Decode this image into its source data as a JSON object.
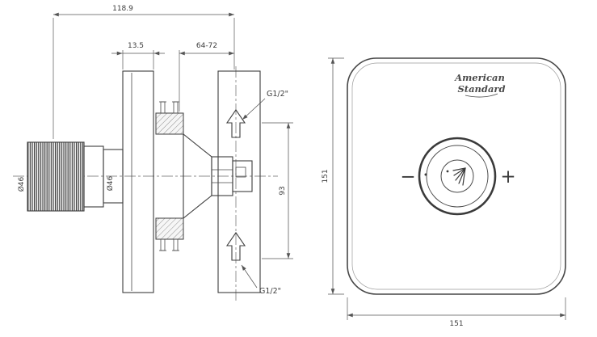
{
  "drawing": {
    "left_view": {
      "dim_overall_width": "118.9",
      "dim_plate_thickness": "13.5",
      "dim_mounting_depth": "64-72",
      "dim_port_spacing": "93",
      "dia_handle": "Ø46",
      "dia_neck": "Ø46",
      "port_top": "G1/2\"",
      "port_bottom": "G1/2\""
    },
    "front_view": {
      "brand_line1": "American",
      "brand_line2": "Standard",
      "minus_label": "−",
      "plus_label": "+",
      "dim_height": "151",
      "dim_width": "151"
    },
    "colors": {
      "ink": "#3d3d3d",
      "dimension": "#555555",
      "background": "#ffffff"
    }
  }
}
